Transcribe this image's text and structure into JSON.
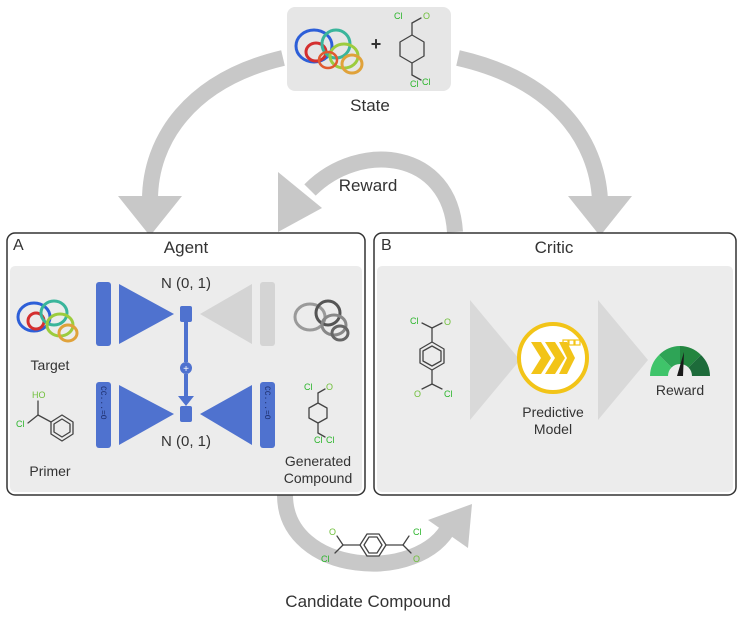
{
  "state": {
    "label": "State",
    "plus": "+"
  },
  "reward_top": {
    "label": "Reward"
  },
  "agent": {
    "panel_letter": "A",
    "title": "Agent",
    "noise_top": "N (0, 1)",
    "noise_bottom": "N (0, 1)",
    "target_label": "Target",
    "primer_label": "Primer",
    "generated_label_line1": "Generated",
    "generated_label_line2": "Compound",
    "smiles_left": "CC...=O",
    "smiles_right": "CC...=O",
    "combine_symbol": "+"
  },
  "critic": {
    "panel_letter": "B",
    "title": "Critic",
    "model_line1": "Predictive",
    "model_line2": "Model",
    "reward_label": "Reward"
  },
  "candidate": {
    "label": "Candidate Compound"
  },
  "atoms": {
    "cl": "Cl",
    "o": "O",
    "ho": "HO"
  },
  "colors": {
    "arrow": "#c8c8c8",
    "panel_bg": "#ececec",
    "blue": "#4f72cf",
    "gold": "#f2c418",
    "green_dark": "#1d6b3a",
    "green_light": "#3fc46a",
    "atom_green": "#2bb52b"
  }
}
